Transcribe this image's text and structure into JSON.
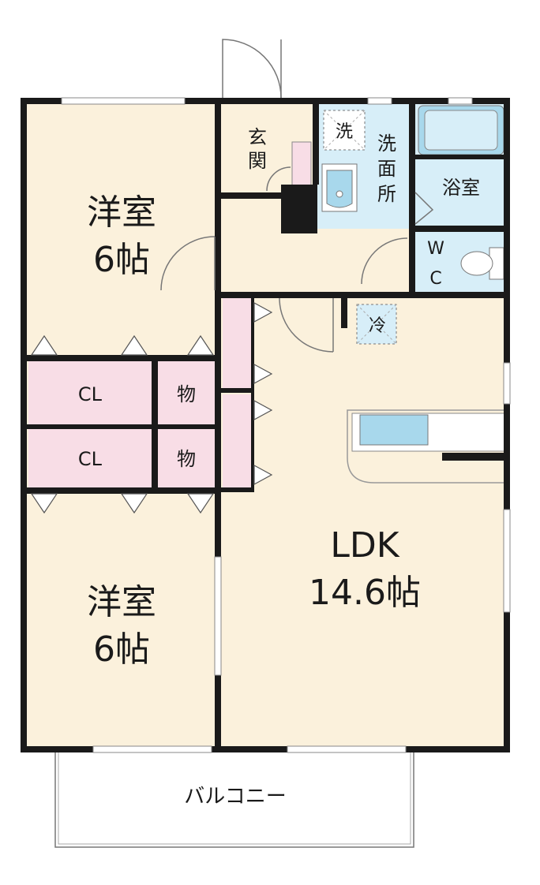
{
  "colors": {
    "wall": "#1a1a1a",
    "floor": "#fbf1dc",
    "water": "#d7eef8",
    "fixture": "#a8d8ec",
    "storage": "#f8dde6",
    "outline": "#777777"
  },
  "rooms": {
    "western_upper": {
      "name": "洋室",
      "size": "6帖"
    },
    "western_lower": {
      "name": "洋室",
      "size": "6帖"
    },
    "ldk": {
      "name": "LDK",
      "size": "14.6帖"
    },
    "entrance": {
      "line1": "玄",
      "line2": "関"
    },
    "washroom": {
      "line1": "洗",
      "line2": "面",
      "line3": "所"
    },
    "bath": {
      "name": "浴室"
    },
    "wc": {
      "line1": "W",
      "line2": "C"
    },
    "balcony": {
      "name": "バルコニー"
    }
  },
  "storage": {
    "cl_upper": "CL",
    "cl_lower": "CL",
    "mono_upper": "物",
    "mono_lower": "物"
  },
  "marks": {
    "washer": "洗",
    "fridge": "冷"
  }
}
